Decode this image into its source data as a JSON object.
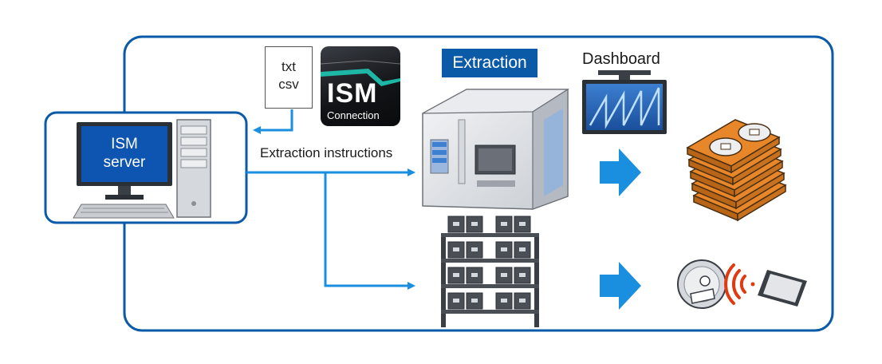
{
  "server": {
    "line1": "ISM",
    "line2": "server"
  },
  "file": {
    "line1": "txt",
    "line2": "csv"
  },
  "logo": {
    "main": "ISM",
    "sub": "Connection"
  },
  "labels": {
    "extraction": "Extraction",
    "dashboard": "Dashboard",
    "instructions": "Extraction instructions"
  },
  "colors": {
    "frame_blue": "#0b5aa8",
    "arrow_blue": "#1a8fe0",
    "accent_orange": "#e8862a",
    "signal_red": "#e03a10"
  },
  "icons": [
    "computer-icon",
    "tower-pc-icon",
    "vending-machine-icon",
    "storage-rack-icon",
    "monitor-dashboard-icon",
    "coins-stack-icon",
    "ic-tag-icon",
    "wifi-signal-icon",
    "smartphone-icon"
  ]
}
